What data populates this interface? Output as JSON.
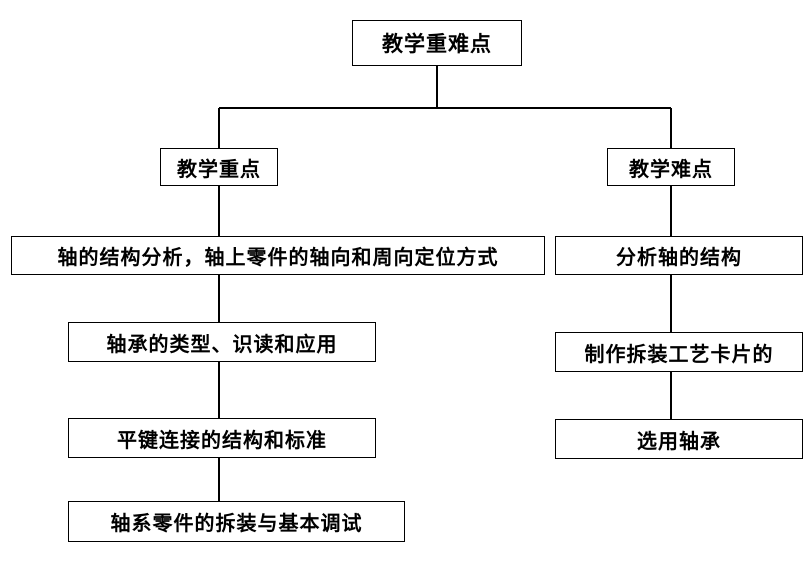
{
  "diagram": {
    "root": "教学重难点",
    "key_points": {
      "label": "教学重点",
      "items": [
        "轴的结构分析，轴上零件的轴向和周向定位方式",
        "轴承的类型、识读和应用",
        "平键连接的结构和标准",
        "轴系零件的拆装与基本调试"
      ]
    },
    "difficult_points": {
      "label": "教学难点",
      "items": [
        "分析轴的结构",
        "制作拆装工艺卡片的",
        "选用轴承"
      ]
    }
  },
  "colors": {
    "line": "#000000",
    "box_border": "#000000",
    "background": "#ffffff"
  }
}
